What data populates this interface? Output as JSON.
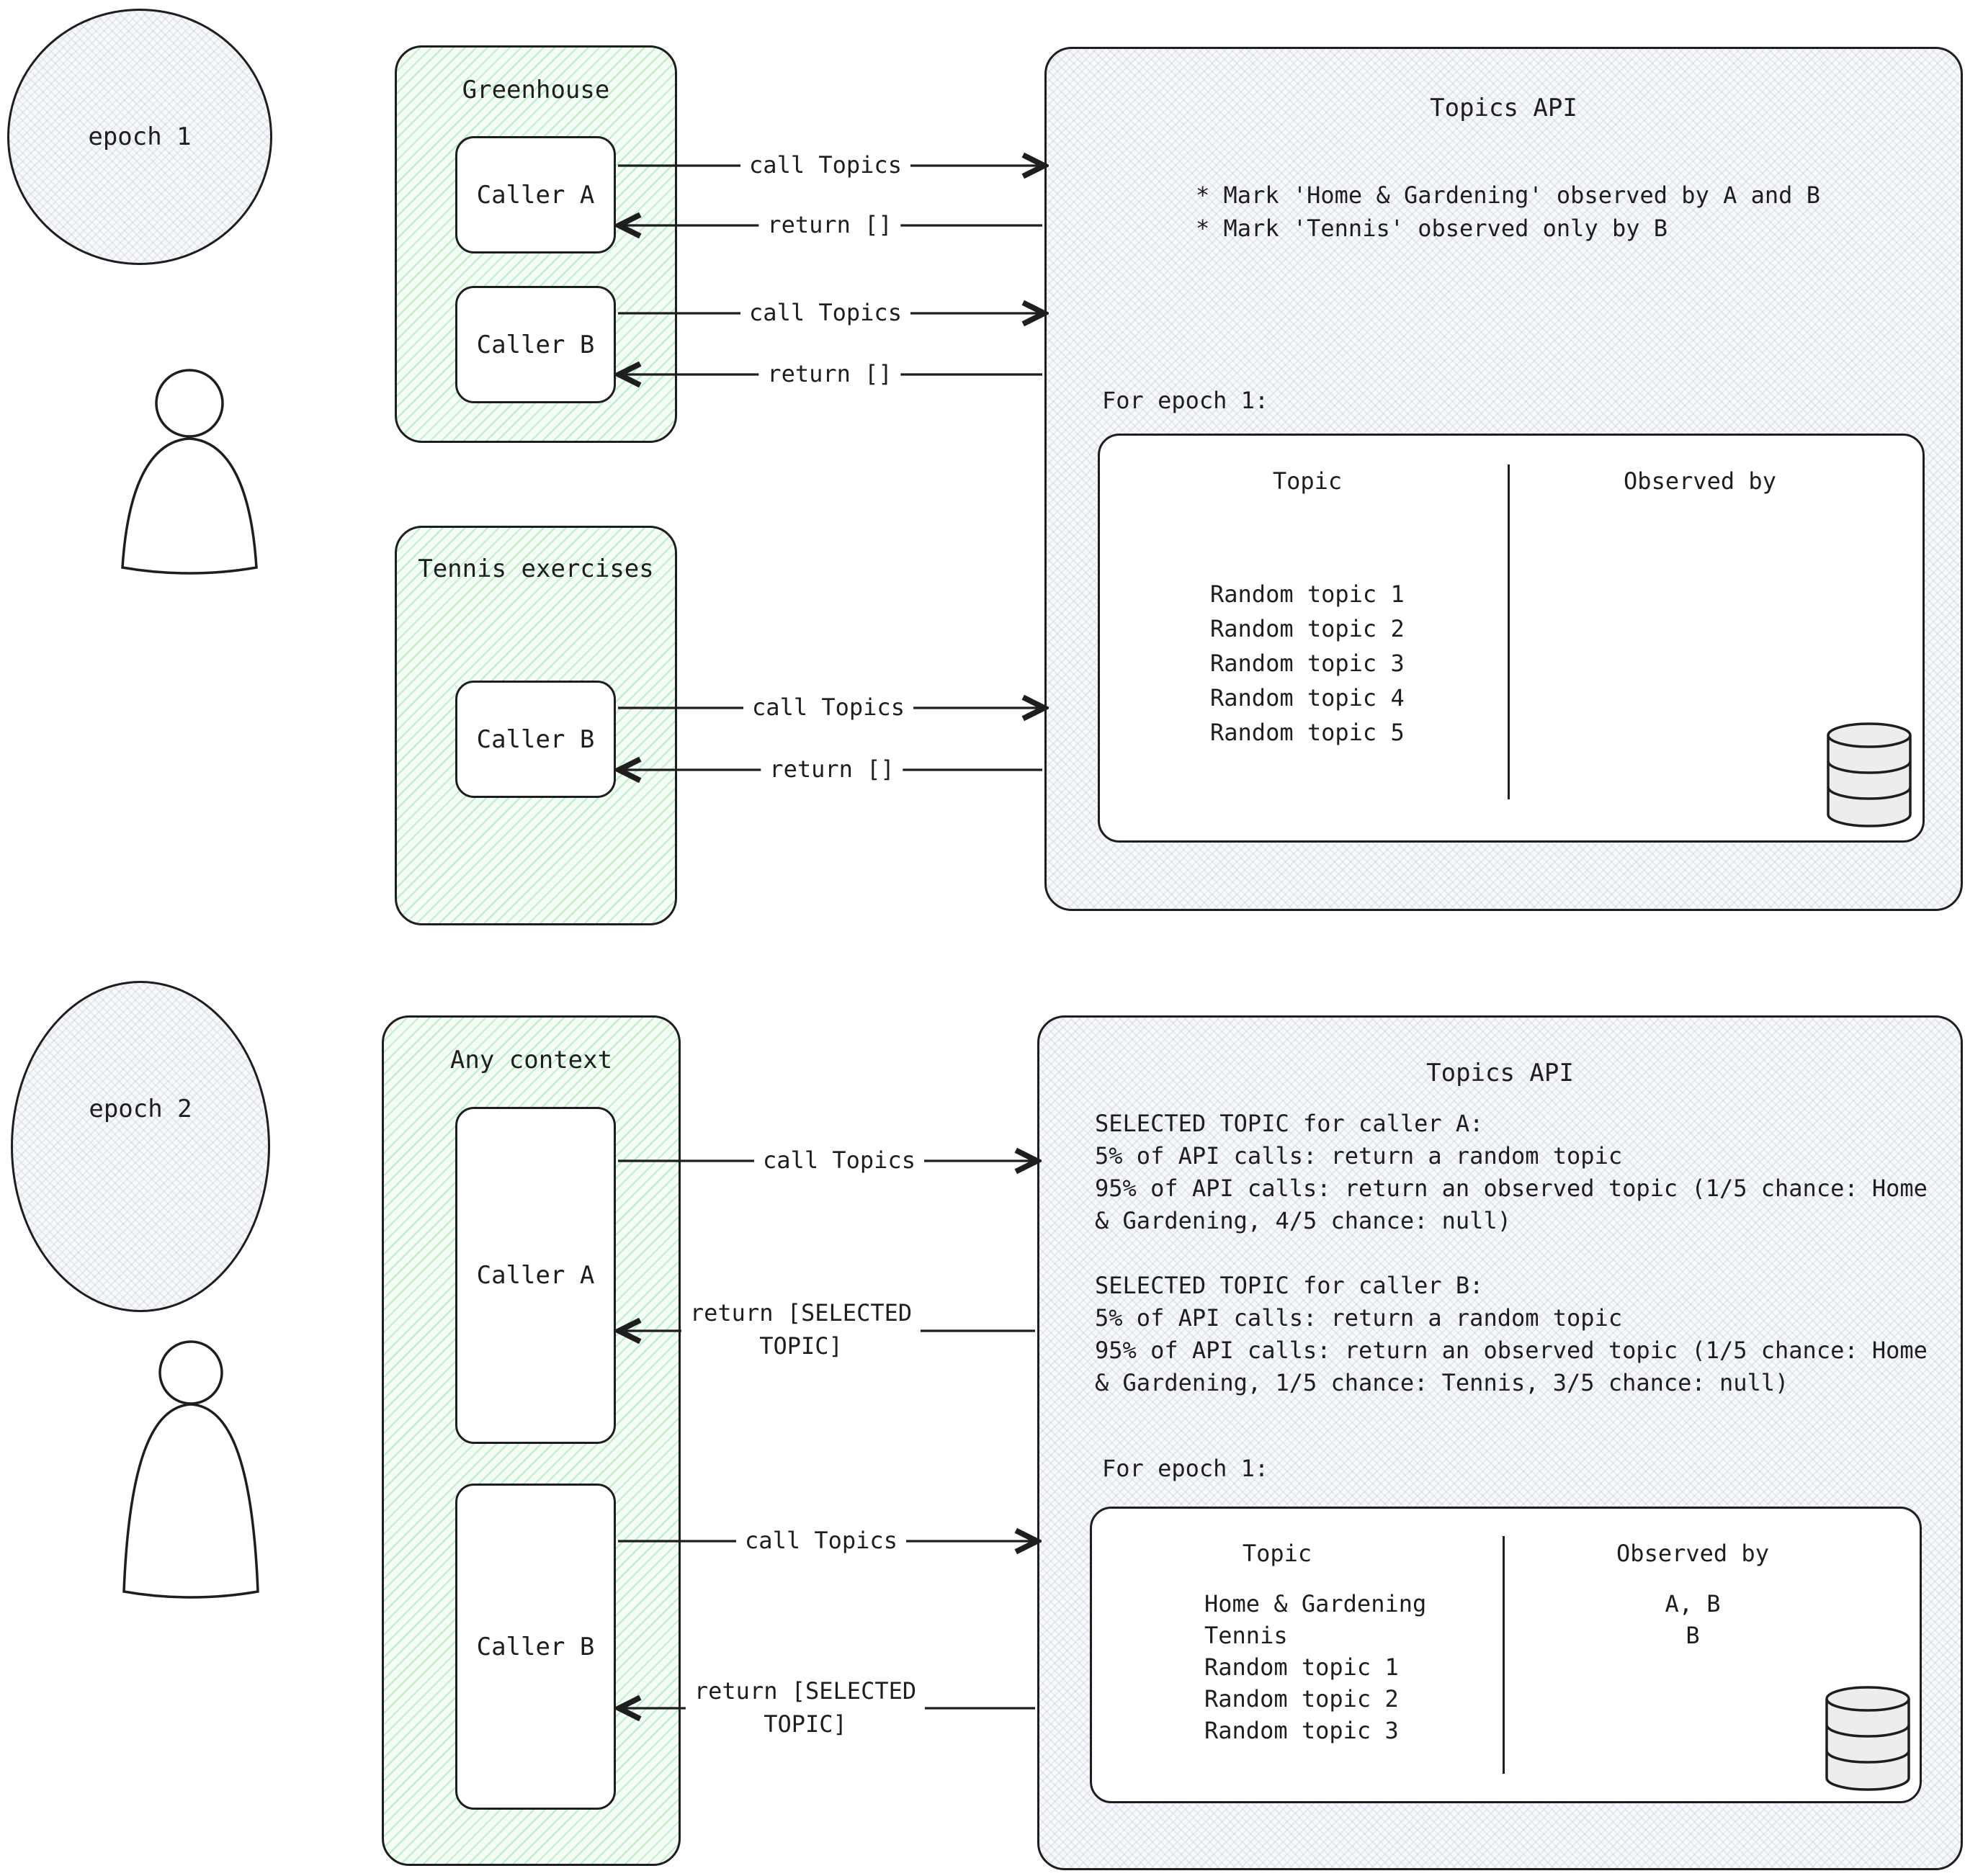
{
  "diagram": {
    "epoch1": {
      "bubble": "epoch 1",
      "greenhouse": {
        "title": "Greenhouse",
        "caller_a": "Caller A",
        "caller_b": "Caller B"
      },
      "tennis": {
        "title": "Tennis exercises",
        "caller_b": "Caller B"
      },
      "arrows": {
        "call_a": "call Topics",
        "return_a": "return []",
        "call_b": "call Topics",
        "return_b": "return []",
        "call_tennis": "call Topics",
        "return_tennis": "return []"
      },
      "api": {
        "title": "Topics API",
        "bullet_1": "* Mark 'Home & Gardening' observed by A and B",
        "bullet_2": "* Mark 'Tennis' observed only by B",
        "for_label": "For epoch 1:",
        "table": {
          "col_topic": "Topic",
          "col_observed": "Observed by",
          "rows": [
            {
              "topic": "Random topic 1",
              "observed": ""
            },
            {
              "topic": "Random topic 2",
              "observed": ""
            },
            {
              "topic": "Random topic 3",
              "observed": ""
            },
            {
              "topic": "Random topic 4",
              "observed": ""
            },
            {
              "topic": "Random topic 5",
              "observed": ""
            }
          ]
        }
      }
    },
    "epoch2": {
      "bubble": "epoch 2",
      "context": {
        "title": "Any context",
        "caller_a": "Caller A",
        "caller_b": "Caller B"
      },
      "arrows": {
        "call_a": "call Topics",
        "return_a": "return [SELECTED\nTOPIC]",
        "call_b": "call Topics",
        "return_b": "return [SELECTED\nTOPIC]"
      },
      "api": {
        "title": "Topics API",
        "rules": "SELECTED TOPIC for caller A:\n5% of API calls: return a random topic\n95% of API calls: return an observed topic (1/5 chance: Home\n& Gardening, 4/5 chance: null)\n\nSELECTED TOPIC for caller B:\n5% of API calls: return a random topic\n95% of API calls: return an observed topic (1/5 chance: Home\n& Gardening, 1/5 chance: Tennis,  3/5 chance: null)",
        "for_label": "For epoch 1:",
        "table": {
          "col_topic": "Topic",
          "col_observed": "Observed by",
          "rows": [
            {
              "topic": "Home & Gardening",
              "observed": "A, B"
            },
            {
              "topic": "Tennis",
              "observed": "B"
            },
            {
              "topic": "Random topic 1",
              "observed": ""
            },
            {
              "topic": "Random topic 2",
              "observed": ""
            },
            {
              "topic": "Random topic 3",
              "observed": ""
            }
          ]
        }
      }
    },
    "colors": {
      "stroke": "#1e1e1e",
      "green_hatch": "#69db7c",
      "gray_hatch": "#aab2cf"
    }
  }
}
